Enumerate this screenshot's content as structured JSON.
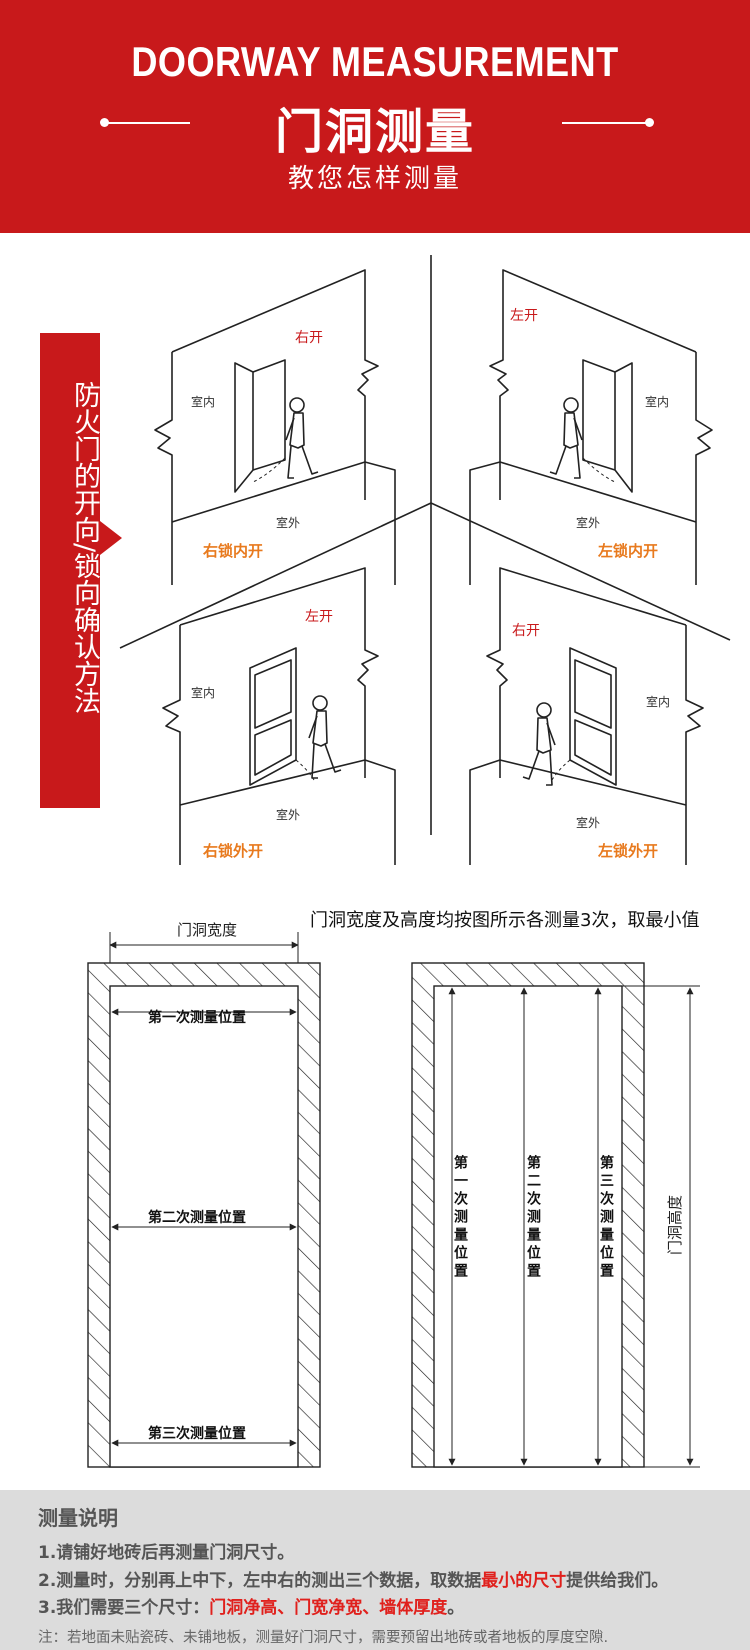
{
  "header": {
    "title_en": "DOORWAY MEASUREMENT",
    "title_cn": "门洞测量",
    "subtitle": "教您怎样测量"
  },
  "side_label": "防火门的开向/锁向确认方法",
  "door_panels": [
    {
      "open_dir": "右开",
      "inside": "室内",
      "outside": "室外",
      "lock_type": "右锁内开"
    },
    {
      "open_dir": "左开",
      "inside": "室内",
      "outside": "室外",
      "lock_type": "左锁内开"
    },
    {
      "open_dir": "左开",
      "inside": "室内",
      "outside": "室外",
      "lock_type": "右锁外开"
    },
    {
      "open_dir": "右开",
      "inside": "室内",
      "outside": "室外",
      "lock_type": "左锁外开"
    }
  ],
  "measure_note": "门洞宽度及高度均按图所示各测量3次，取最小值",
  "width_diagram": {
    "dimension_label": "门洞宽度",
    "positions": [
      "第一次测量位置",
      "第二次测量位置",
      "第三次测量位置"
    ]
  },
  "height_diagram": {
    "dimension_label": "门洞高度",
    "positions": [
      "第一次测量位置",
      "第二次测量位置",
      "第三次测量位置"
    ]
  },
  "notes": {
    "title": "测量说明",
    "line1": "1.请铺好地砖后再测量门洞尺寸。",
    "line2_a": "2.测量时，分别再上中下，左中右的测出三个数据，取数据",
    "line2_hl": "最小的尺寸",
    "line2_b": "提供给我们。",
    "line3_a": "3.我们需要三个尺寸：",
    "line3_hl": "门洞净高、门宽净宽、墙体厚度",
    "line3_b": "。",
    "footnote": "注：若地面未贴瓷砖、未铺地板，测量好门洞尺寸，需要预留出地砖或者地板的厚度空隙."
  },
  "colors": {
    "brand_red": "#c8191b",
    "orange": "#e87a1e",
    "highlight_red": "#e0201c"
  }
}
